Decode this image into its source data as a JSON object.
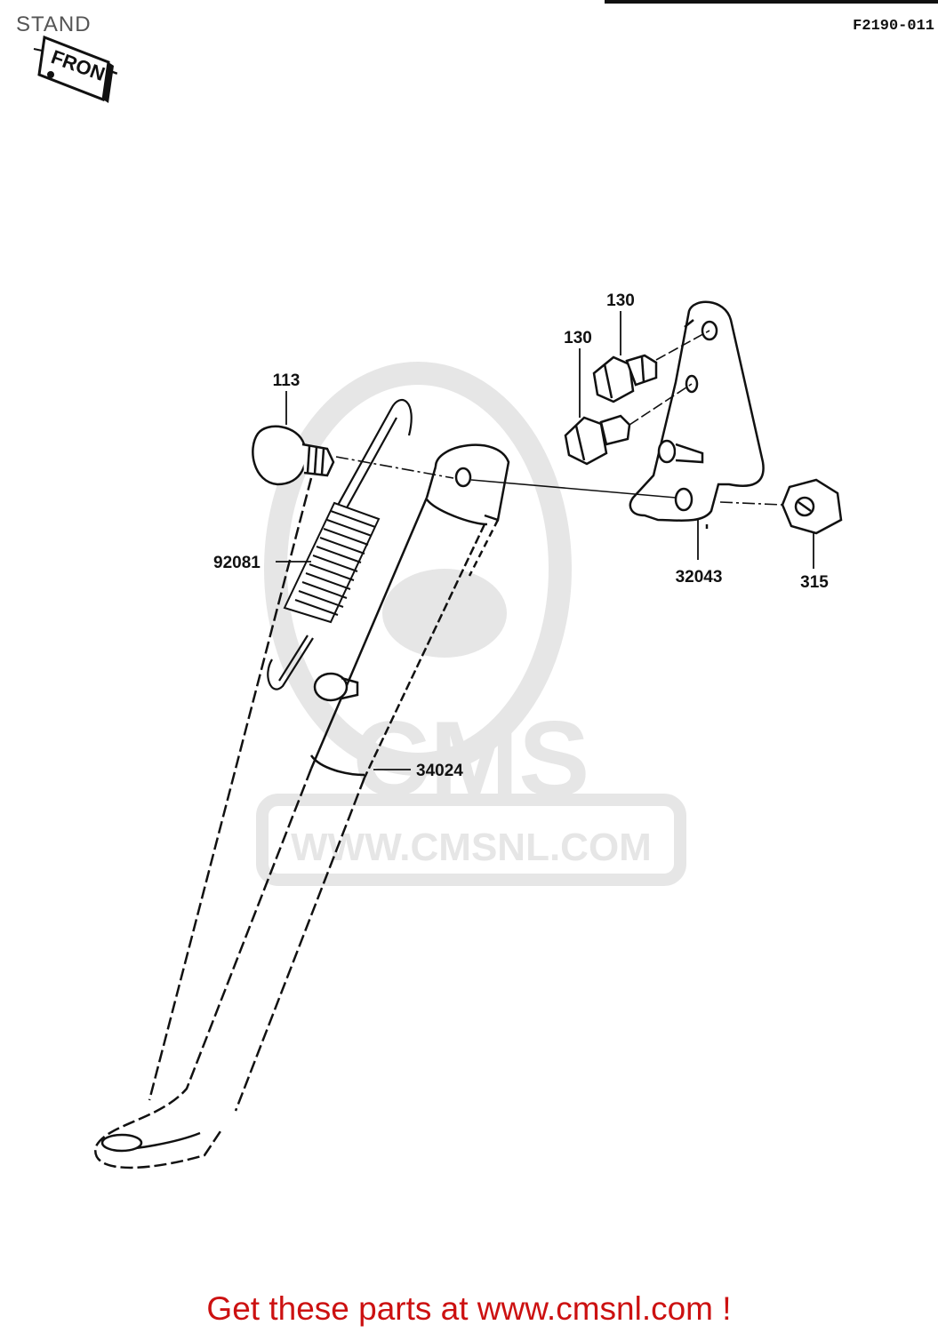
{
  "header": {
    "title": "STAND",
    "diagram_code": "F2190-011"
  },
  "front_badge": {
    "label": "FRONT"
  },
  "parts": {
    "bolt_113": "113",
    "bolt_130_upper": "130",
    "bolt_130_lower": "130",
    "spring_92081": "92081",
    "bracket_32043": "32043",
    "nut_315": "315",
    "stand_34024": "34024"
  },
  "watermark": {
    "brand": "CMS",
    "url": "WWW.CMSNL.COM"
  },
  "footer": {
    "link_text": "Get these parts at www.cmsnl.com !"
  },
  "colors": {
    "footer_text": "#cc1111",
    "watermark": "#e6e6e6",
    "lines": "#111111"
  }
}
